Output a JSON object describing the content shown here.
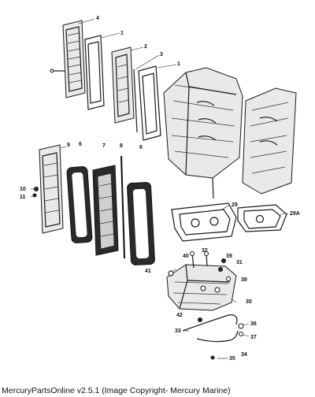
{
  "caption": "MercuryPartsOnline v2.5.1 (Image Copyright- Mercury Marine)",
  "callouts": {
    "c4": "4",
    "c1a": "1",
    "c2": "2",
    "c3": "3",
    "c1b": "1",
    "c9": "9",
    "c6a": "6",
    "c7": "7",
    "c8": "8",
    "c6b": "6",
    "c10": "10",
    "c11": "11",
    "c29": "29",
    "c29a": "29A",
    "c40": "40",
    "c32": "32",
    "c39": "39",
    "c31": "31",
    "c41": "41",
    "c38": "38",
    "c30": "30",
    "c42": "42",
    "c36": "36",
    "c33": "33",
    "c37": "37",
    "c35": "35",
    "c34": "34"
  }
}
